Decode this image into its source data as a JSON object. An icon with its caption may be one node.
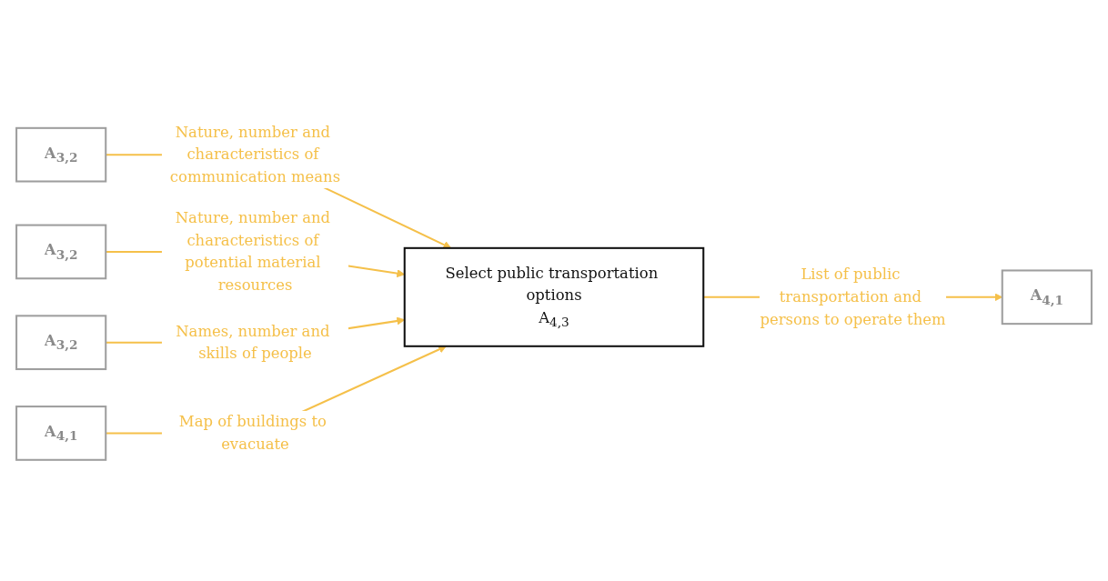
{
  "diagram": {
    "nodes": [
      {
        "text": [
          "A$_{3,2}$"
        ]
      },
      {
        "text": [
          "A$_{3,2}$"
        ]
      },
      {
        "text": [
          "A$_{3,2}$"
        ]
      },
      {
        "text": [
          "A$_{4,1}$"
        ]
      },
      {
        "text": [
          "Select public transportation options",
          "A$_{4,3}$"
        ]
      },
      {
        "text": [
          "A$_{4,1}$"
        ]
      }
    ],
    "edges": [
      {
        "from": 0,
        "to": 4,
        "arrow": "to",
        "label": "Nature, number and characteristics of communication means"
      },
      {
        "from": 1,
        "to": 4,
        "arrow": "to",
        "label": "Nature, number and characteristics of potential material resources"
      },
      {
        "from": 2,
        "to": 4,
        "arrow": "to",
        "label": "Names, number and skills of people"
      },
      {
        "from": 3,
        "to": 4,
        "arrow": "to",
        "label": "Map of buildings to evacuate"
      },
      {
        "from": 4,
        "to": 5,
        "arrow": "to",
        "label": "List of public transportation and persons to operate them"
      }
    ]
  }
}
